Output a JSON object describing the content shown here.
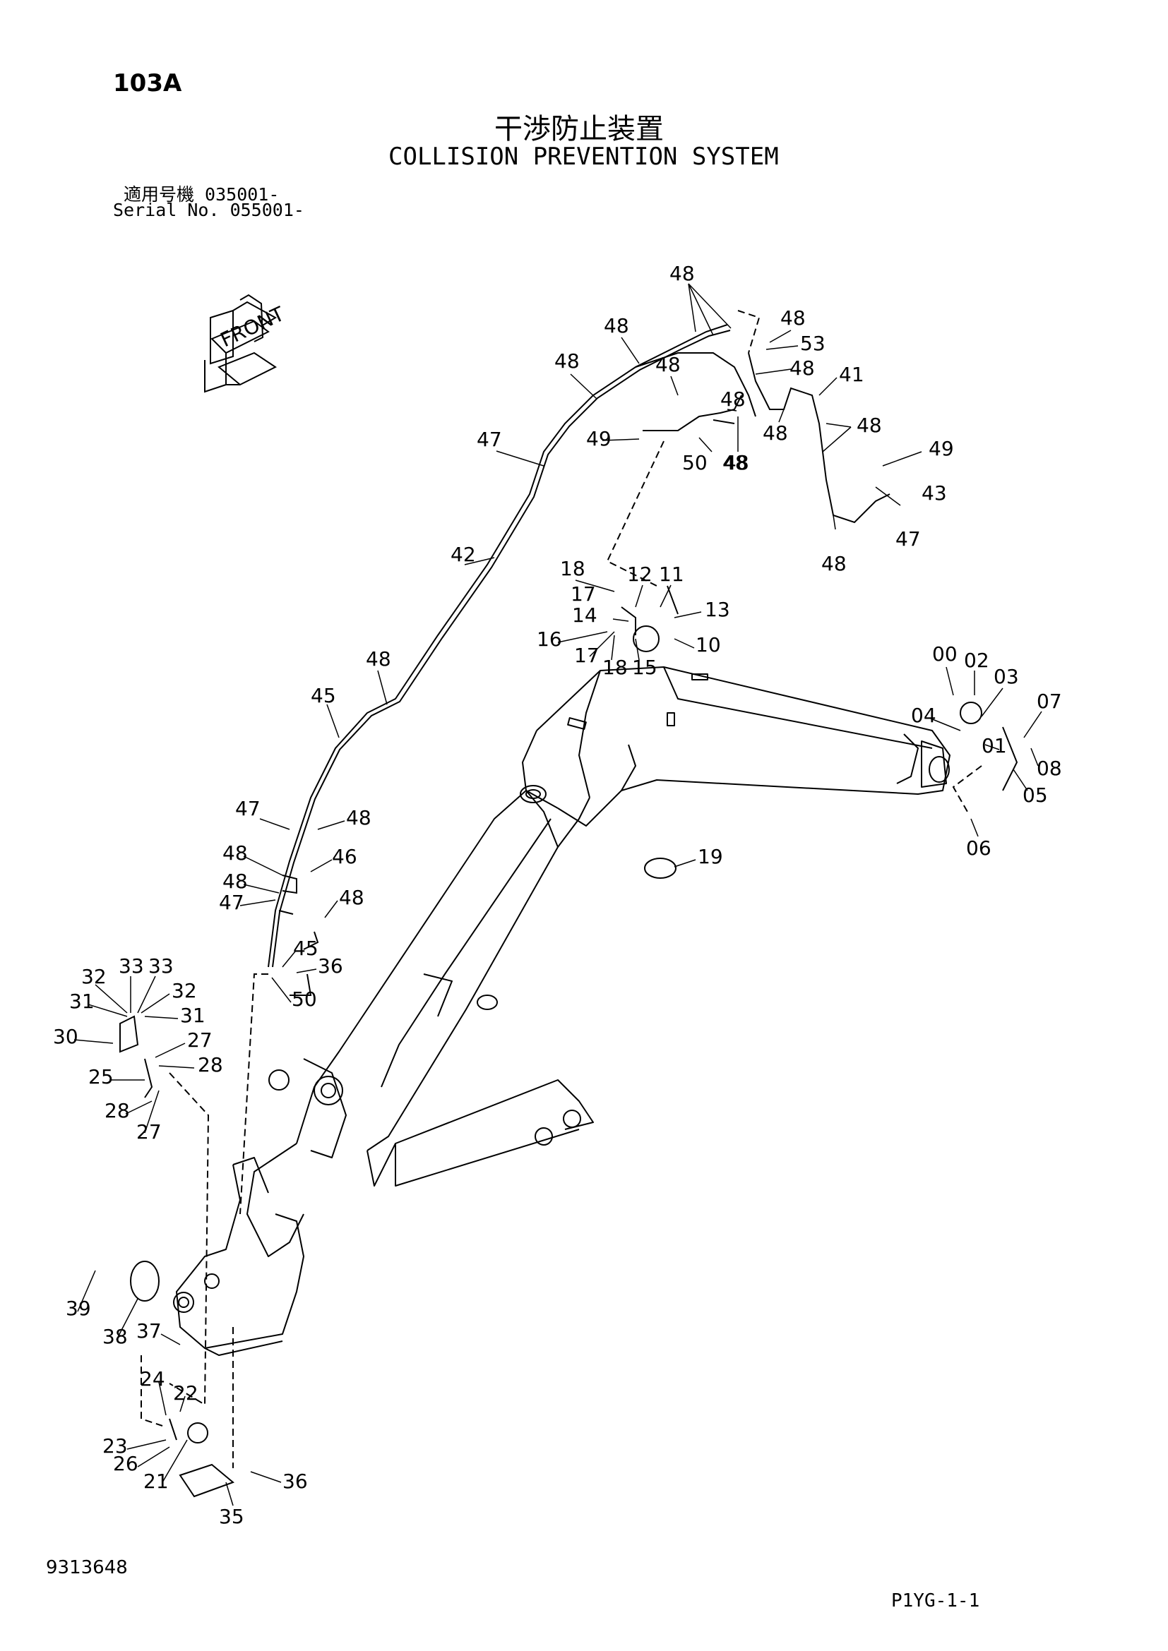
{
  "header": {
    "page_code": "103A",
    "title_jp": "干渉防止装置",
    "title_en": "COLLISION PREVENTION SYSTEM",
    "serial_jp": "適用号機  035001-",
    "serial_en": "Serial No. 055001-"
  },
  "orientation_icon": {
    "icon": "front-direction-arrow-icon",
    "label": "FRONT"
  },
  "callouts": [
    "48",
    "48",
    "48",
    "48",
    "48",
    "53",
    "48",
    "41",
    "48",
    "48",
    "48",
    "48",
    "47",
    "49",
    "50",
    "48",
    "49",
    "43",
    "47",
    "48",
    "42",
    "18",
    "12",
    "11",
    "17",
    "13",
    "14",
    "16",
    "10",
    "17",
    "18",
    "15",
    "00",
    "02",
    "03",
    "04",
    "07",
    "01",
    "08",
    "05",
    "06",
    "48",
    "45",
    "19",
    "47",
    "48",
    "48",
    "46",
    "48",
    "47",
    "48",
    "45",
    "36",
    "50",
    "32",
    "33",
    "33",
    "32",
    "31",
    "31",
    "30",
    "27",
    "28",
    "25",
    "28",
    "27",
    "39",
    "38",
    "37",
    "24",
    "22",
    "23",
    "26",
    "21",
    "36",
    "35"
  ],
  "footer": {
    "drawing_no": "9313648",
    "page_ref": "P1YG-1-1"
  }
}
